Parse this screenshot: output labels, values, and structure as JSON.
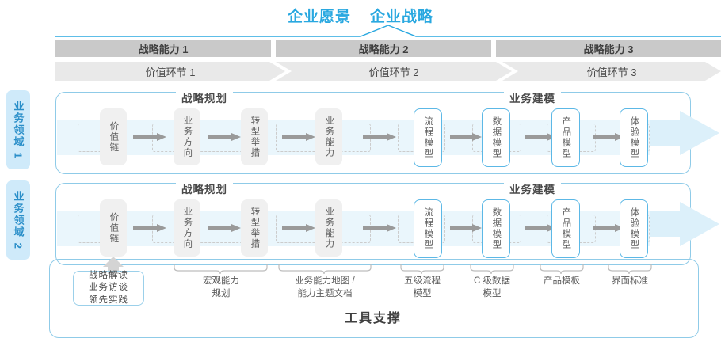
{
  "header": {
    "titles": [
      "企业愿景",
      "企业战略"
    ],
    "accent_color": "#29a8e0"
  },
  "capability_bands": [
    {
      "label": "战略能力 1"
    },
    {
      "label": "战略能力 2"
    },
    {
      "label": "战略能力 3"
    }
  ],
  "value_bands": [
    {
      "label": "价值环节 1"
    },
    {
      "label": "价值环节 2"
    },
    {
      "label": "价值环节 3"
    }
  ],
  "domains": [
    {
      "label": "业务领域 1"
    },
    {
      "label": "业务领域 2"
    }
  ],
  "sections": [
    {
      "label": "战略规划"
    },
    {
      "label": "业务建模"
    }
  ],
  "nodes": [
    {
      "label": "价值链",
      "style": "grey"
    },
    {
      "label": "业务方向",
      "style": "grey"
    },
    {
      "label": "转型举措",
      "style": "grey"
    },
    {
      "label": "业务能力",
      "style": "grey"
    },
    {
      "label": "流程模型",
      "style": "blue"
    },
    {
      "label": "数据模型",
      "style": "blue"
    },
    {
      "label": "产品模型",
      "style": "blue"
    },
    {
      "label": "体验模型",
      "style": "blue"
    }
  ],
  "tool_labels": [
    {
      "label": "战略解读\n业务访谈\n领先实践",
      "boxed": true
    },
    {
      "label": "宏观能力\n规划",
      "boxed": false
    },
    {
      "label": "业务能力地图 /\n能力主题文档",
      "boxed": false
    },
    {
      "label": "五级流程\n模型",
      "boxed": false
    },
    {
      "label": "C 级数据\n模型",
      "boxed": false
    },
    {
      "label": "产品模板",
      "boxed": false
    },
    {
      "label": "界面标准",
      "boxed": false
    }
  ],
  "tool_support": {
    "label": "工具支撑"
  },
  "colors": {
    "accent": "#29a8e0",
    "band_dark": "#c9c9c9",
    "band_light": "#e9e9e9",
    "node_grey": "#f0f0f0",
    "node_blue_border": "#5cb8e6",
    "stripe": "#eaf6fc",
    "domain_tab": "#cfeafa"
  }
}
